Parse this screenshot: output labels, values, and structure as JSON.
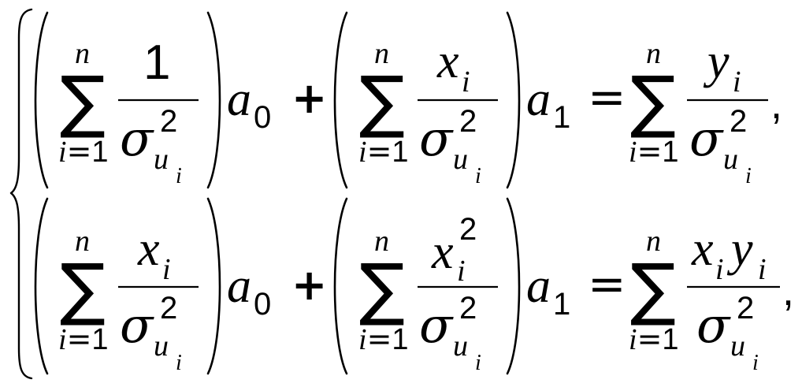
{
  "system": {
    "row1": {
      "term1": {
        "sum": {
          "symbol": "∑",
          "upper": "n",
          "lower_var": "i",
          "lower_eq": "=",
          "lower_val": "1"
        },
        "numerator": "1",
        "denominator": {
          "base": "σ",
          "sup": "2",
          "sub": "u",
          "subsub": "i"
        },
        "coef": {
          "base": "a",
          "sub": "0"
        }
      },
      "plus": "+",
      "term2": {
        "sum": {
          "symbol": "∑",
          "upper": "n",
          "lower_var": "i",
          "lower_eq": "=",
          "lower_val": "1"
        },
        "numerator": {
          "base": "x",
          "sub": "i"
        },
        "denominator": {
          "base": "σ",
          "sup": "2",
          "sub": "u",
          "subsub": "i"
        },
        "coef": {
          "base": "a",
          "sub": "1"
        }
      },
      "equals": "=",
      "rhs": {
        "sum": {
          "symbol": "∑",
          "upper": "n",
          "lower_var": "i",
          "lower_eq": "=",
          "lower_val": "1"
        },
        "numerator": {
          "base": "y",
          "sub": "i"
        },
        "denominator": {
          "base": "σ",
          "sup": "2",
          "sub": "u",
          "subsub": "i"
        }
      },
      "end": ","
    },
    "row2": {
      "term1": {
        "sum": {
          "symbol": "∑",
          "upper": "n",
          "lower_var": "i",
          "lower_eq": "=",
          "lower_val": "1"
        },
        "numerator": {
          "base": "x",
          "sub": "i"
        },
        "denominator": {
          "base": "σ",
          "sup": "2",
          "sub": "u",
          "subsub": "i"
        },
        "coef": {
          "base": "a",
          "sub": "0"
        }
      },
      "plus": "+",
      "term2": {
        "sum": {
          "symbol": "∑",
          "upper": "n",
          "lower_var": "i",
          "lower_eq": "=",
          "lower_val": "1"
        },
        "numerator": {
          "base": "x",
          "sub": "i",
          "sup": "2"
        },
        "denominator": {
          "base": "σ",
          "sup": "2",
          "sub": "u",
          "subsub": "i"
        },
        "coef": {
          "base": "a",
          "sub": "1"
        }
      },
      "equals": "=",
      "rhs": {
        "sum": {
          "symbol": "∑",
          "upper": "n",
          "lower_var": "i",
          "lower_eq": "=",
          "lower_val": "1"
        },
        "numerator": {
          "base1": "x",
          "sub1": "i",
          "base2": "y",
          "sub2": "i"
        },
        "denominator": {
          "base": "σ",
          "sup": "2",
          "sub": "u",
          "subsub": "i"
        }
      },
      "end": ","
    }
  }
}
